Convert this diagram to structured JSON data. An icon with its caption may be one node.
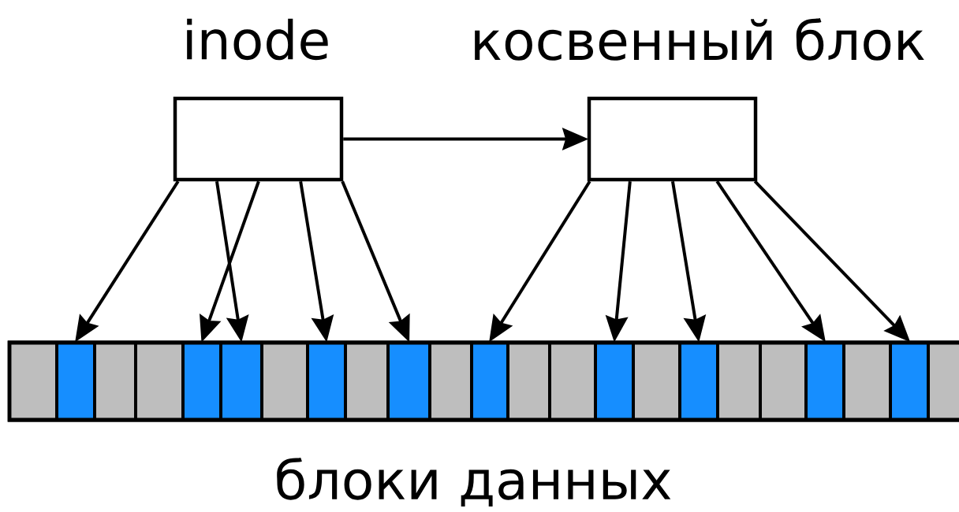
{
  "diagram": {
    "nodes": [
      {
        "text": [
          "inode"
        ]
      },
      {
        "text": [
          "косвенный блок"
        ]
      },
      {
        "text": [
          "блоки данных"
        ]
      },
      {
        "text": [],
        "shape": "box",
        "in": 2
      },
      {
        "text": [],
        "shape": "box",
        "in": 2
      },
      {
        "text": [],
        "shape": "box",
        "in": 2
      },
      {
        "text": [],
        "shape": "box",
        "in": 2
      },
      {
        "text": [],
        "shape": "box",
        "in": 2
      },
      {
        "text": [],
        "shape": "box",
        "in": 2
      },
      {
        "text": [],
        "shape": "box",
        "in": 2
      },
      {
        "text": [],
        "shape": "box",
        "in": 2
      },
      {
        "text": [],
        "shape": "box",
        "in": 2
      },
      {
        "text": [],
        "shape": "box",
        "in": 2
      },
      {
        "text": [],
        "shape": "box",
        "in": 2
      },
      {
        "text": [],
        "shape": "box",
        "in": 2
      },
      {
        "text": [],
        "shape": "box",
        "in": 2
      },
      {
        "text": [],
        "shape": "box",
        "in": 2
      },
      {
        "text": [],
        "shape": "box",
        "in": 2
      },
      {
        "text": [],
        "shape": "box",
        "in": 2
      },
      {
        "text": [],
        "shape": "box",
        "in": 2
      },
      {
        "text": [],
        "shape": "box",
        "in": 2
      },
      {
        "text": [],
        "shape": "box",
        "in": 2
      },
      {
        "text": [],
        "shape": "box",
        "in": 2
      },
      {
        "text": [],
        "shape": "box",
        "in": 2
      },
      {
        "text": [],
        "shape": "box",
        "in": 2
      },
      {
        "text": [],
        "shape": "box",
        "in": 2
      }
    ],
    "edges": [
      {
        "from": 0,
        "to": 1,
        "arrow": "to"
      },
      {
        "from": 0,
        "to": 4,
        "arrow": "to"
      },
      {
        "from": 0,
        "to": 7,
        "arrow": "to"
      },
      {
        "from": 0,
        "to": 8,
        "arrow": "to"
      },
      {
        "from": 0,
        "to": 10,
        "arrow": "to"
      },
      {
        "from": 0,
        "to": 12,
        "arrow": "to"
      },
      {
        "from": 1,
        "to": 14,
        "arrow": "to"
      },
      {
        "from": 1,
        "to": 17,
        "arrow": "to"
      },
      {
        "from": 1,
        "to": 19,
        "arrow": "to"
      },
      {
        "from": 1,
        "to": 22,
        "arrow": "to"
      },
      {
        "from": 1,
        "to": 24,
        "arrow": "to"
      }
    ]
  }
}
